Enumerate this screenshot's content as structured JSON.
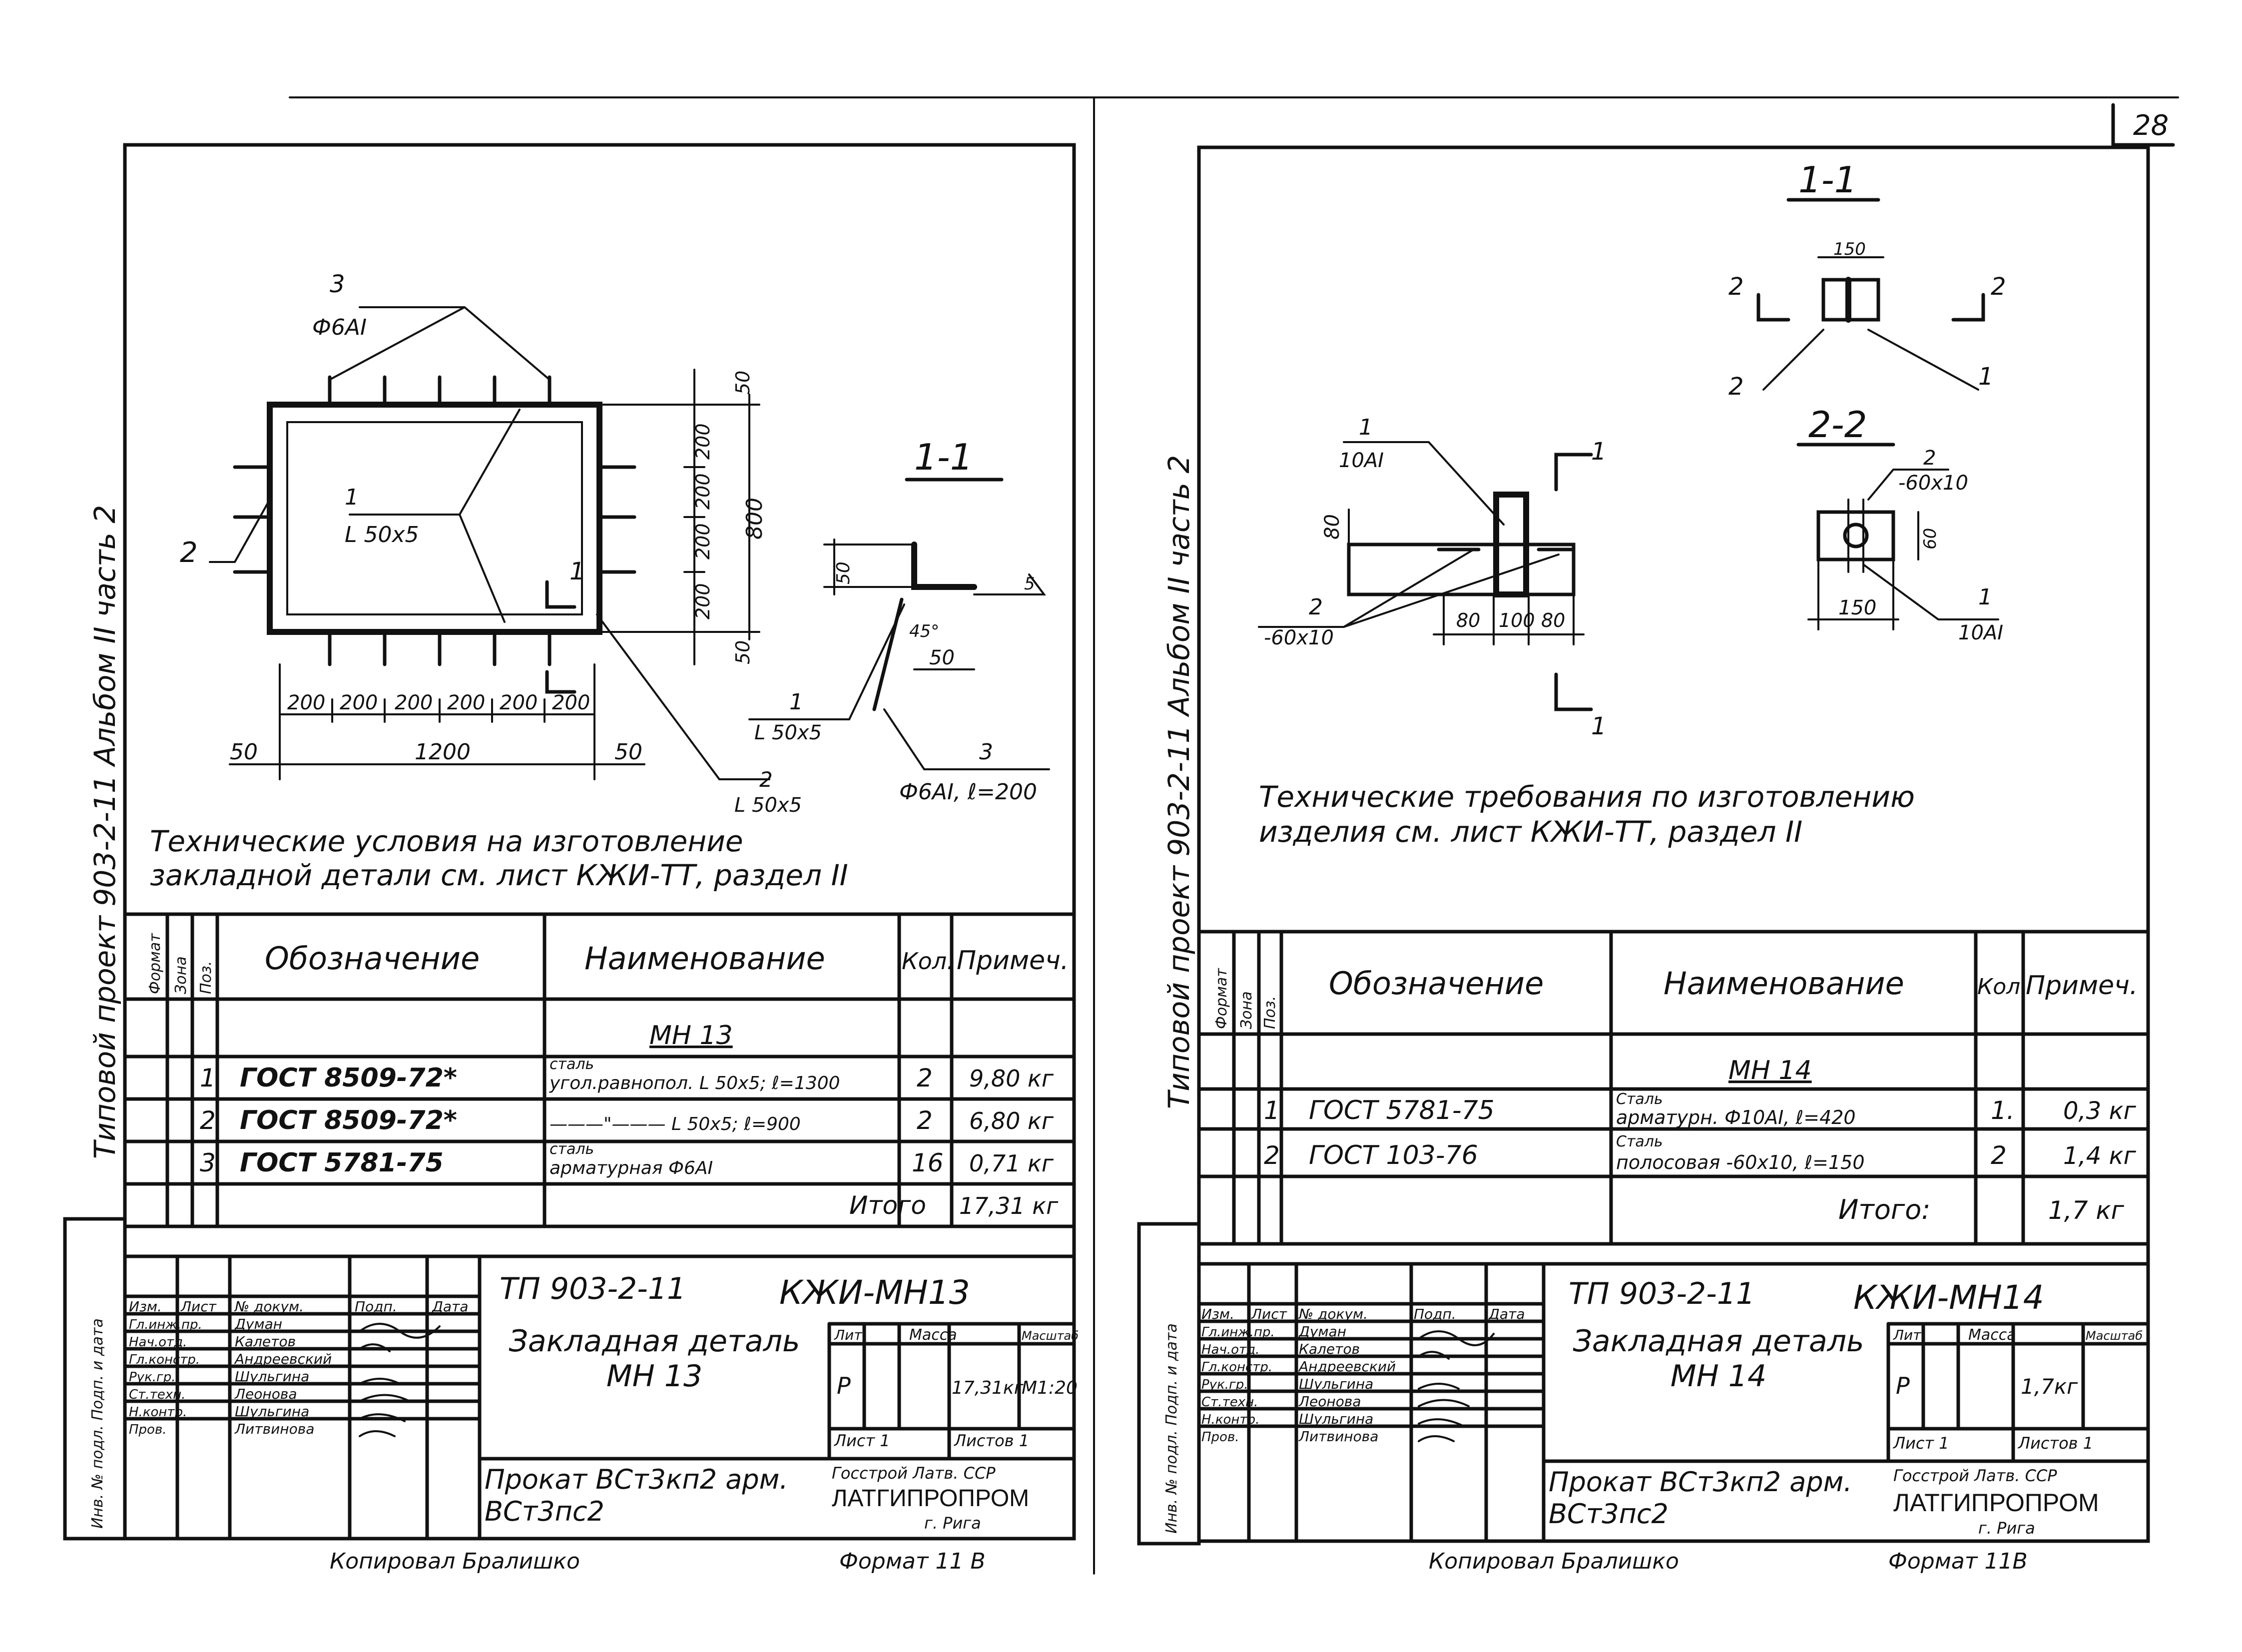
{
  "page_number": "28",
  "left_sheet": {
    "side_caption": "Типовой проект 903-2-11  Альбом II часть 2",
    "drawing": {
      "callout_3": "3",
      "callout_3_spec": "Ф6АI",
      "callout_1": "1",
      "callout_1_spec": "L 50x5",
      "callout_2": "2",
      "callout_2_bottom": "2",
      "callout_2_bottom_spec": "L 50x5",
      "section_mark": "1",
      "section_title": "1-1",
      "dims_bottom": [
        "200",
        "200",
        "200",
        "200",
        "200",
        "200"
      ],
      "overall_length": "1200",
      "edge_left": "50",
      "edge_right": "50",
      "dims_right": [
        "50",
        "200",
        "200",
        "200",
        "200",
        "50"
      ],
      "overall_height": "800",
      "sec_dim_50": "50",
      "sec_dim_50b": "50",
      "sec_angle": "45°",
      "sec_dim_5": "5",
      "sec_callout_1": "1",
      "sec_callout_1_spec": "L 50x5",
      "sec_callout_3": "3",
      "sec_callout_3_spec": "Ф6АI, ℓ=200"
    },
    "notes": "Технические условия на изготовление закладной детали см. лист КЖИ-ТТ, раздел II",
    "spec_headers": {
      "format": "Формат",
      "zone": "Зона",
      "pos": "Поз.",
      "designation": "Обозначение",
      "name": "Наименование",
      "qty": "Кол.",
      "note": "Примеч."
    },
    "spec_group": "МН 13",
    "spec_rows": [
      {
        "pos": "1",
        "designation": "ГОСТ 8509-72*",
        "name_top": "сталь",
        "name": "угол.равнопол. L 50x5; ℓ=1300",
        "qty": "2",
        "note": "9,80 кг"
      },
      {
        "pos": "2",
        "designation": "ГОСТ 8509-72*",
        "name_top": "",
        "name": "———\"——— L 50x5; ℓ=900",
        "qty": "2",
        "note": "6,80 кг"
      },
      {
        "pos": "3",
        "designation": "ГОСТ 5781-75",
        "name_top": "сталь",
        "name": "арматурная  Ф6АI",
        "qty": "16",
        "note": "0,71 кг"
      }
    ],
    "spec_total_label": "Итого",
    "spec_total_value": "17,31 кг",
    "title_block": {
      "project_code": "ТП 903-2-11",
      "drawing_code": "КЖИ-МН13",
      "roles": [
        "Изм.",
        "Лист",
        "№ докум.",
        "Подп.",
        "Дата"
      ],
      "signatures": [
        {
          "role": "Гл.инж.пр.",
          "name": "Думан"
        },
        {
          "role": "Нач.отд.",
          "name": "Калетов"
        },
        {
          "role": "Гл.констр.",
          "name": "Андреевский"
        },
        {
          "role": "Рук.гр.",
          "name": "Шульгина"
        },
        {
          "role": "Ст.техн.",
          "name": "Леонова"
        },
        {
          "role": "Н.контр.",
          "name": "Шульгина"
        },
        {
          "role": "Пров.",
          "name": "Литвинова"
        }
      ],
      "title": "Закладная деталь МН 13",
      "lit_label": "Лит.",
      "mass_label": "Масса",
      "scale_label": "Масштаб",
      "lit_value": "Р",
      "mass_value": "17,31кг",
      "scale_value": "М1:20",
      "sheet": "Лист 1",
      "sheets": "Листов 1",
      "material": "Прокат ВСт3кп2  арм. ВСт3пс2",
      "org_top": "Госстрой Латв. ССР",
      "org_name": "ЛАТГИПРОПРОМ",
      "org_city": "г. Рига",
      "side_stamp": "Инв. № подл.  Подп. и дата"
    },
    "footer_left": "Копировал Бралишко",
    "footer_right": "Формат 11 В"
  },
  "right_sheet": {
    "side_caption": "Типовой проект 903-2-11  Альбом II часть 2",
    "drawing": {
      "view_callout_1": "1",
      "view_callout_1_spec": "10АI",
      "view_dim_80": "80",
      "view_callout_2": "2",
      "view_callout_2_spec": "-60x10",
      "view_dims": [
        "80",
        "100",
        "80"
      ],
      "view_cut_top": "1",
      "view_cut_bottom": "1",
      "sec11_title": "1-1",
      "sec11_dim": "150",
      "sec11_cut_left": "2",
      "sec11_cut_right": "2",
      "sec11_callout_2": "2",
      "sec11_callout_1": "1",
      "sec22_title": "2-2",
      "sec22_callout_2": "2",
      "sec22_callout_2_spec": "-60x10",
      "sec22_dim_side": "60",
      "sec22_dim_150": "150",
      "sec22_callout_1": "1",
      "sec22_callout_1_spec": "10АI"
    },
    "notes": "Технические требования по изготовлению изделия см. лист КЖИ-ТТ, раздел II",
    "spec_headers": {
      "format": "Формат",
      "zone": "Зона",
      "pos": "Поз.",
      "designation": "Обозначение",
      "name": "Наименование",
      "qty": "Кол.",
      "note": "Примеч."
    },
    "spec_group": "МН 14",
    "spec_rows": [
      {
        "pos": "1",
        "designation": "ГОСТ 5781-75",
        "name_top": "Сталь",
        "name": "арматурн.  Ф10АI, ℓ=420",
        "qty": "1.",
        "note": "0,3 кг"
      },
      {
        "pos": "2",
        "designation": "ГОСТ 103-76",
        "name_top": "Сталь",
        "name": "полосовая  -60x10, ℓ=150",
        "qty": "2",
        "note": "1,4 кг"
      }
    ],
    "spec_total_label": "Итого:",
    "spec_total_value": "1,7 кг",
    "title_block": {
      "project_code": "ТП 903-2-11",
      "drawing_code": "КЖИ-МН14",
      "roles": [
        "Изм.",
        "Лист",
        "№ докум.",
        "Подп.",
        "Дата"
      ],
      "signatures": [
        {
          "role": "Гл.инж.пр.",
          "name": "Думан"
        },
        {
          "role": "Нач.отд.",
          "name": "Калетов"
        },
        {
          "role": "Гл.констр.",
          "name": "Андреевский"
        },
        {
          "role": "Рук.гр.",
          "name": "Шульгина"
        },
        {
          "role": "Ст.техн.",
          "name": "Леонова"
        },
        {
          "role": "Н.контр.",
          "name": "Шульгина"
        },
        {
          "role": "Пров.",
          "name": "Литвинова"
        }
      ],
      "title": "Закладная деталь МН 14",
      "lit_label": "Лит.",
      "mass_label": "Масса",
      "scale_label": "Масштаб",
      "lit_value": "Р",
      "mass_value": "1,7кг",
      "scale_value": "",
      "sheet": "Лист 1",
      "sheets": "Листов 1",
      "material": "Прокат ВСт3кп2  арм. ВСт3пс2",
      "org_top": "Госстрой Латв. ССР",
      "org_name": "ЛАТГИПРОПРОМ",
      "org_city": "г. Рига",
      "side_stamp": "Инв. № подл.  Подп. и дата"
    },
    "footer_left": "Копировал Бралишко",
    "footer_right": "Формат 11В"
  }
}
